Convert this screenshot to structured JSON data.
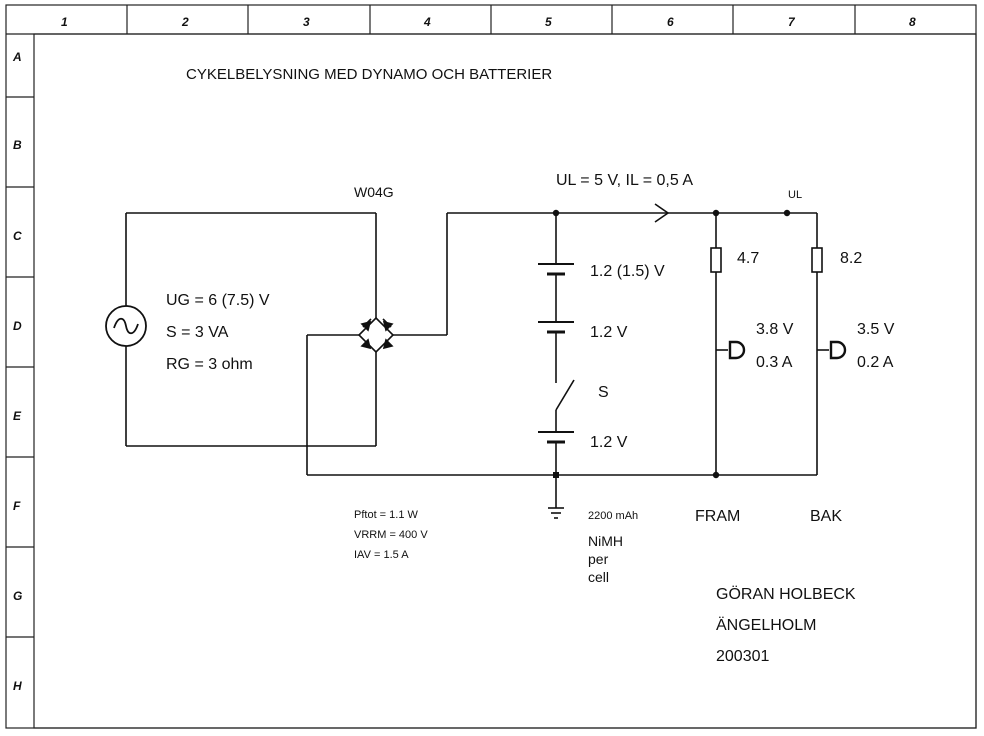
{
  "frame": {
    "columns": [
      "1",
      "2",
      "3",
      "4",
      "5",
      "6",
      "7",
      "8"
    ],
    "rows": [
      "A",
      "B",
      "C",
      "D",
      "E",
      "F",
      "G",
      "H"
    ]
  },
  "title": "CYKELBELYSNING MED DYNAMO OCH BATTERIER",
  "bridge": {
    "name": "W04G",
    "specs": [
      "Pftot = 1.1 W",
      "VRRM = 400 V",
      "IAV = 1.5 A"
    ]
  },
  "generator": {
    "ug": "UG = 6 (7.5)  V",
    "s": "S = 3  VA",
    "rg": "RG = 3  ohm"
  },
  "load_line": {
    "text": "UL = 5    V,  IL = 0,5 A",
    "node_label": "UL"
  },
  "battery": {
    "cell1": "1.2 (1.5)  V",
    "cell2": "1.2   V",
    "cell3": "1.2   V",
    "switch": "S",
    "capacity": "2200 mAh",
    "chemistry": [
      "NiMH",
      "per",
      "cell"
    ]
  },
  "front_lamp": {
    "resistor": "4.7",
    "voltage": "3.8 V",
    "current": "0.3 A",
    "name": "FRAM"
  },
  "rear_lamp": {
    "resistor": "8.2",
    "voltage": "3.5 V",
    "current": "0.2 A",
    "name": "BAK"
  },
  "author": {
    "name": "GÖRAN HOLBECK",
    "city": "ÄNGELHOLM",
    "date": "200301"
  }
}
